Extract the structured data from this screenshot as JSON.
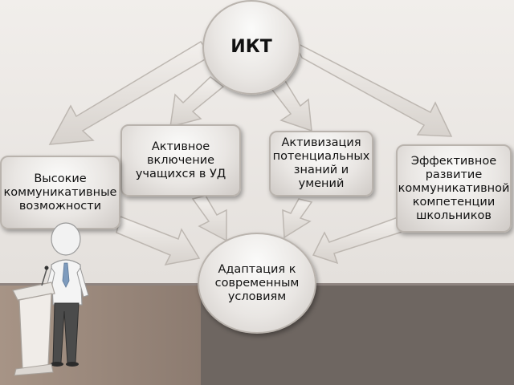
{
  "diagram": {
    "center_top": "ИКТ",
    "center_bottom": "Адаптация к современным условиям",
    "nodes": [
      "Активное включение учащихся в УД",
      "Активизация потенциальных знаний и умений",
      "Эффективное развитие коммуникативной компетенции школьников",
      "Высокие коммуникативные возможности"
    ]
  },
  "colors": {
    "arrow_fill": "#e8e4e0",
    "arrow_stroke": "#bdb7b1",
    "floor": "#6e6661",
    "wall": "#ece9e6"
  },
  "decoration": {
    "figure": "speaker-at-podium-icon"
  }
}
